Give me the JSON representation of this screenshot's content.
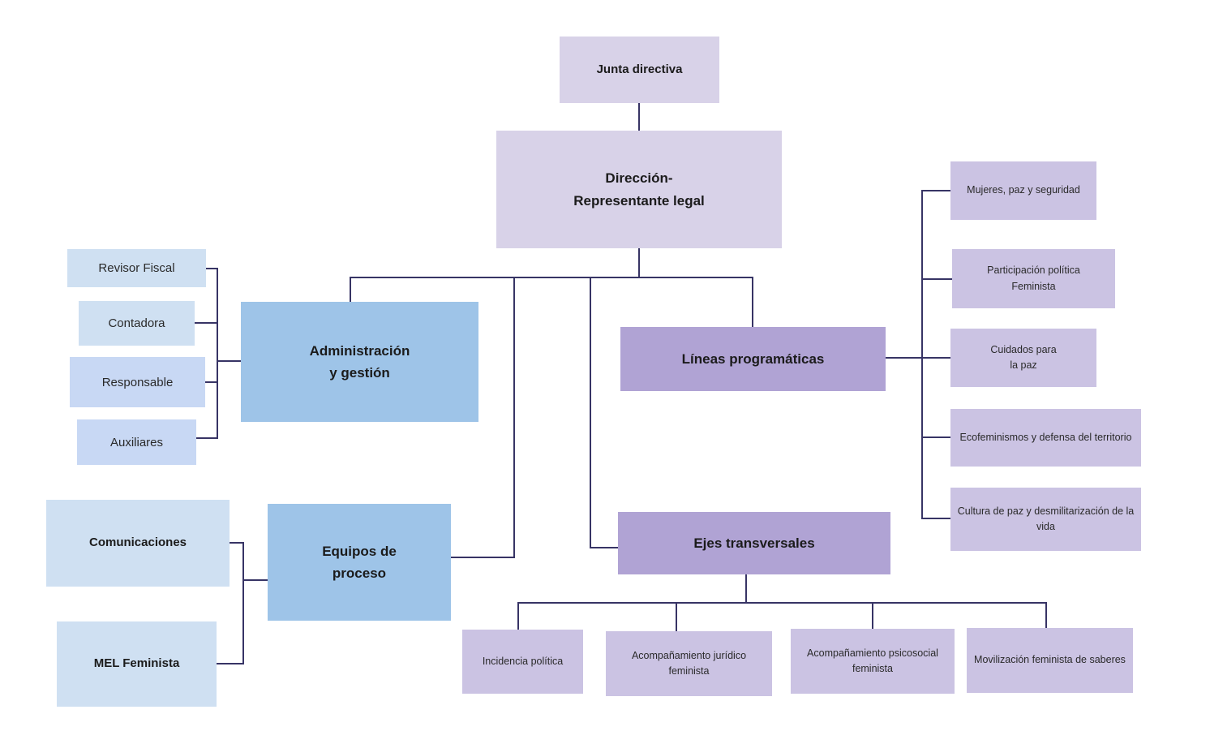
{
  "colors": {
    "lavender": "#d8d2e8",
    "purple_mid": "#b0a3d4",
    "purple_light": "#cbc3e3",
    "blue_mid": "#9ec4e8",
    "blue_pale": "#cfe0f2",
    "blue_periwinkle": "#c8d8f4",
    "line": "#373465"
  },
  "org": {
    "junta": {
      "label": "Junta directiva"
    },
    "direccion": {
      "label": "Dirección-\nRepresentante legal"
    },
    "admin": {
      "label": "Administración\ny gestión",
      "children": {
        "revisor": {
          "label": "Revisor Fiscal"
        },
        "contadora": {
          "label": "Contadora"
        },
        "responsable": {
          "label": "Responsable"
        },
        "auxiliares": {
          "label": "Auxiliares"
        }
      }
    },
    "equipos": {
      "label": "Equipos de\nproceso",
      "children": {
        "comunicaciones": {
          "label": "Comunicaciones"
        },
        "mel": {
          "label": "MEL Feminista"
        }
      }
    },
    "lineas": {
      "label": "Líneas programáticas",
      "children": {
        "mujeres": {
          "label": "Mujeres, paz y seguridad"
        },
        "participacion": {
          "label": "Participación política\nFeminista"
        },
        "cuidados": {
          "label": "Cuidados para\nla paz"
        },
        "ecofeminismos": {
          "label": "Ecofeminismos y defensa del territorio"
        },
        "cultura": {
          "label": "Cultura de paz y desmilitarización de la\nvida"
        }
      }
    },
    "ejes": {
      "label": "Ejes transversales",
      "children": {
        "incidencia": {
          "label": "Incidencia política"
        },
        "juridico": {
          "label": "Acompañamiento jurídico\nfeminista"
        },
        "psicosocial": {
          "label": "Acompañamiento psicosocial\nfeminista"
        },
        "movilizacion": {
          "label": "Movilización feminista de saberes"
        }
      }
    }
  }
}
